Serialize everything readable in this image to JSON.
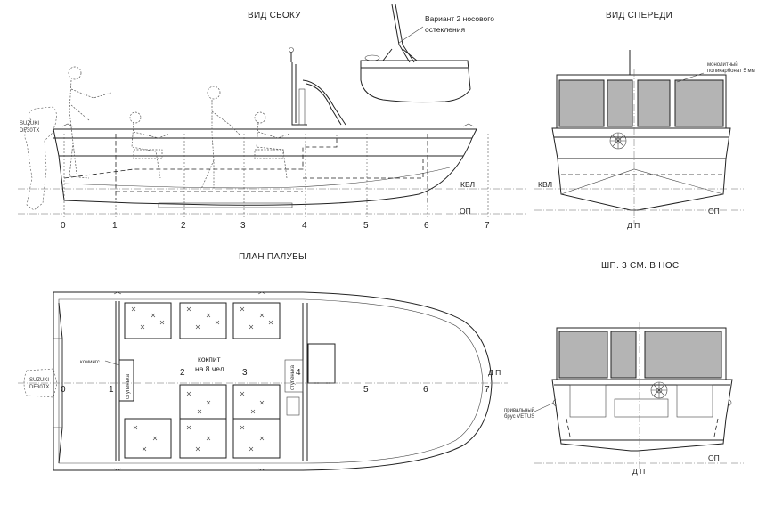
{
  "views": {
    "side_title": "ВИД СБОКУ",
    "front_title": "ВИД  СПЕРЕДИ",
    "deck_title": "ПЛАН ПАЛУБЫ",
    "section_title": "ШП. 3 СМ. В НОС"
  },
  "callouts": {
    "variant_line1": "Вариант 2 носового",
    "variant_line2": "остекления",
    "polycarbonate_line1": "монолитный",
    "polycarbonate_line2": "поликарбонат 5 мм",
    "fender_line1": "привальный",
    "fender_line2": "брус VETUS"
  },
  "engine": {
    "line1": "SUZUKI",
    "line2": "DF30TX"
  },
  "waterlines": {
    "kvl": "КВЛ",
    "op": "ОП",
    "dp": "Д П"
  },
  "deck": {
    "coaming": "комингс",
    "step": "ступенька",
    "cockpit_line1": "кокпит",
    "cockpit_line2": "на 8 чел"
  },
  "stations": [
    "0",
    "1",
    "2",
    "3",
    "4",
    "5",
    "6",
    "7"
  ]
}
